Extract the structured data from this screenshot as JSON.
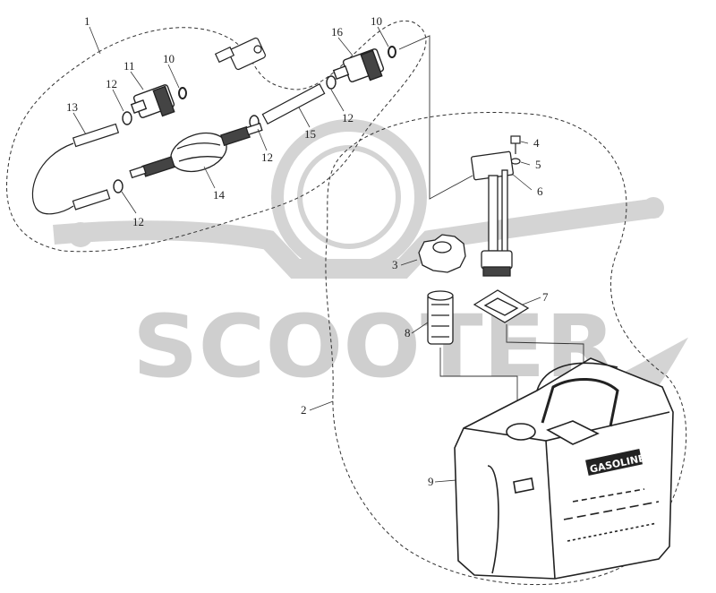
{
  "watermark": {
    "text": "SCOOTER",
    "color": "#cfcfcf"
  },
  "tank": {
    "label": "GASOLINE"
  },
  "callouts": [
    {
      "id": "1",
      "part": "fuel-line-assembly"
    },
    {
      "id": "2",
      "part": "fuel-tank-assembly"
    },
    {
      "id": "3",
      "part": "tank-cap"
    },
    {
      "id": "4",
      "part": "screw"
    },
    {
      "id": "5",
      "part": "washer"
    },
    {
      "id": "6",
      "part": "fuel-gauge-pickup"
    },
    {
      "id": "7",
      "part": "gasket"
    },
    {
      "id": "8",
      "part": "filter"
    },
    {
      "id": "9",
      "part": "fuel-tank"
    },
    {
      "id": "10",
      "part": "o-ring"
    },
    {
      "id": "10",
      "part": "o-ring"
    },
    {
      "id": "11",
      "part": "connector"
    },
    {
      "id": "12",
      "part": "clamp"
    },
    {
      "id": "12",
      "part": "clamp"
    },
    {
      "id": "12",
      "part": "clamp"
    },
    {
      "id": "12",
      "part": "clamp"
    },
    {
      "id": "13",
      "part": "hose"
    },
    {
      "id": "14",
      "part": "primer-bulb"
    },
    {
      "id": "15",
      "part": "hose"
    },
    {
      "id": "16",
      "part": "connector"
    }
  ]
}
